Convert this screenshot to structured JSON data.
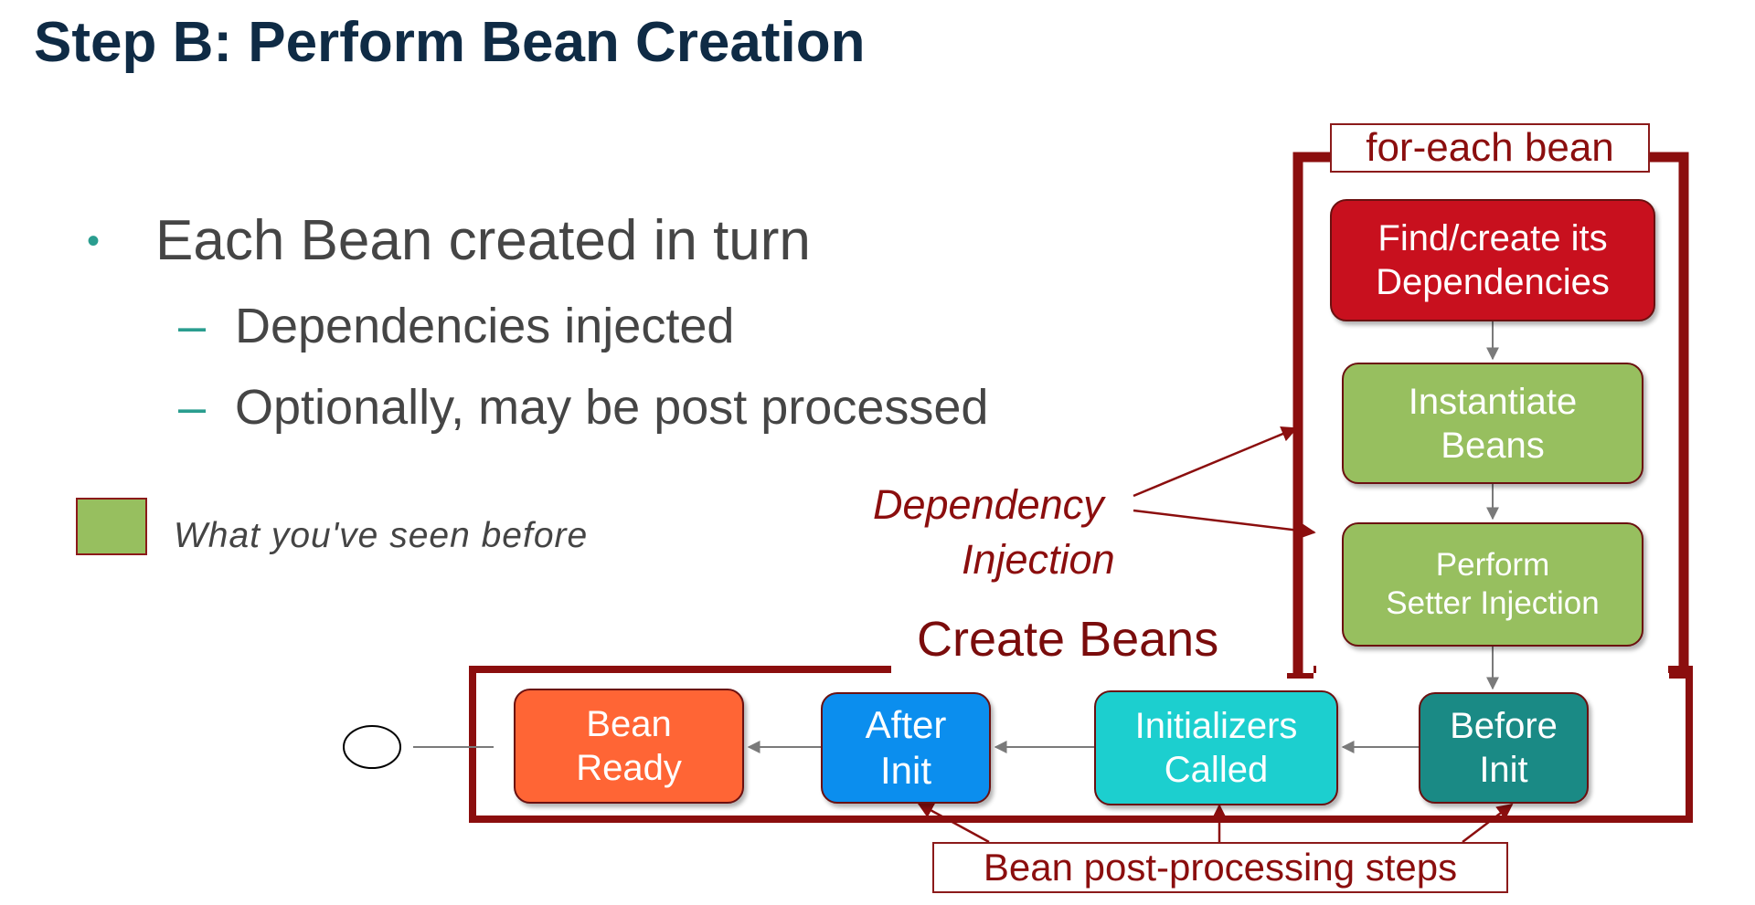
{
  "slide": {
    "title": "Step B: Perform Bean Creation",
    "bullet": "Each Bean created in turn",
    "sub_bullets": [
      "Dependencies injected",
      "Optionally, may be post processed"
    ],
    "bullet_marker": "•",
    "dash_marker": "–"
  },
  "legend": {
    "text": "What you've seen before",
    "color": "#97bf5f"
  },
  "diagram": {
    "foreach_label": "for-each bean",
    "create_beans_label": "Create Beans",
    "dependency_injection": [
      "Dependency",
      "Injection"
    ],
    "postprocessing_label": "Bean post-processing steps",
    "boxes": {
      "find": {
        "label": "Find/create its\nDependencies",
        "color": "#c8101e"
      },
      "instantiate": {
        "label": "Instantiate\nBeans",
        "color": "#97bf5f"
      },
      "setter": {
        "label": "Perform\nSetter Injection",
        "color": "#97bf5f"
      },
      "before_init": {
        "label": "Before\nInit",
        "color": "#1a8a85"
      },
      "initializers": {
        "label": "Initializers\nCalled",
        "color": "#1ccfcf"
      },
      "after_init": {
        "label": "After\nInit",
        "color": "#0b8eee"
      },
      "bean_ready": {
        "label": "Bean\nReady",
        "color": "#ff6535"
      }
    },
    "frame_color": "#8b0e0e"
  }
}
